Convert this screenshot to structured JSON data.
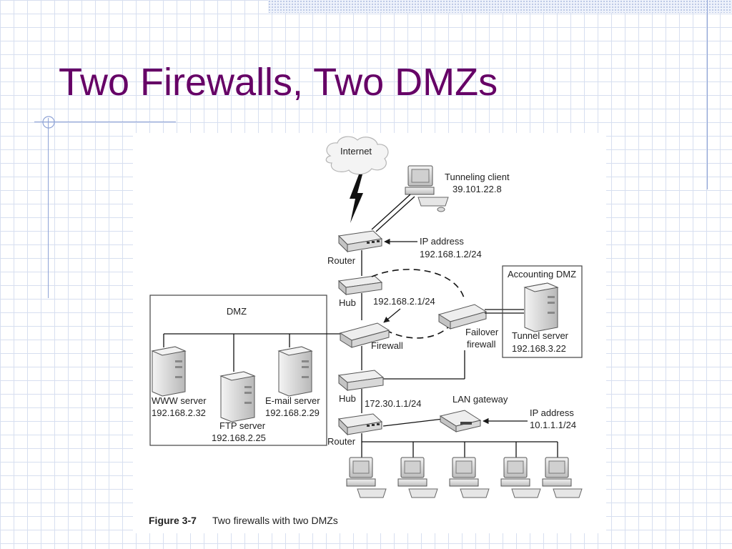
{
  "slide": {
    "title": "Two Firewalls, Two DMZs"
  },
  "diagram": {
    "labels": {
      "internet": "Internet",
      "tunnel_client_name": "Tunneling client",
      "tunnel_client_ip": "39.101.22.8",
      "ip_address_label_top": "IP address",
      "router_ip_top": "192.168.1.2/24",
      "router_top": "Router",
      "hub_top": "Hub",
      "firewall_ip": "192.168.2.1/24",
      "firewall": "Firewall",
      "failover_1": "Failover",
      "failover_2": "firewall",
      "accounting_dmz": "Accounting DMZ",
      "tunnel_server_name": "Tunnel server",
      "tunnel_server_ip": "192.168.3.22",
      "dmz": "DMZ",
      "www_name": "WWW server",
      "www_ip": "192.168.2.32",
      "ftp_name": "FTP server",
      "ftp_ip": "192.168.2.25",
      "email_name": "E-mail server",
      "email_ip": "192.168.2.29",
      "hub_bottom": "Hub",
      "hub_bottom_ip": "172.30.1.1/24",
      "lan_gateway": "LAN gateway",
      "ip_address_label_bottom": "IP address",
      "lan_gateway_ip": "10.1.1.1/24",
      "router_bottom": "Router",
      "caption_number": "Figure 3-7",
      "caption_text": "Two firewalls with two DMZs"
    }
  }
}
